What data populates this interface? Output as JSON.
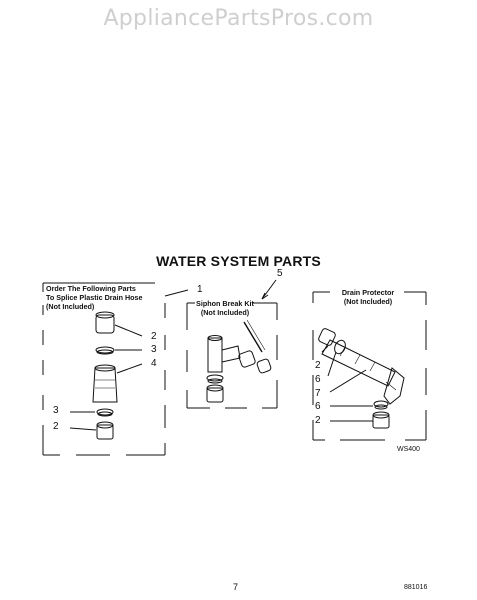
{
  "watermark": "AppliancePartsPros.com",
  "title": "WATER SYSTEM PARTS",
  "boxes": {
    "splice": [
      "Order The Following Parts",
      "To Splice Plastic Drain Hose",
      "(Not Included)"
    ],
    "siphon": [
      "Siphon Break Kit",
      "(Not Included)"
    ],
    "drain": [
      "Drain Protector",
      "(Not Included)"
    ]
  },
  "callouts": {
    "n1": "1",
    "n5": "5",
    "left": [
      "2",
      "3",
      "4",
      "3",
      "2"
    ],
    "right": [
      "2",
      "6",
      "7",
      "6",
      "2"
    ]
  },
  "diagram_code": "WS400",
  "page_number": "7",
  "doc_code": "881016"
}
